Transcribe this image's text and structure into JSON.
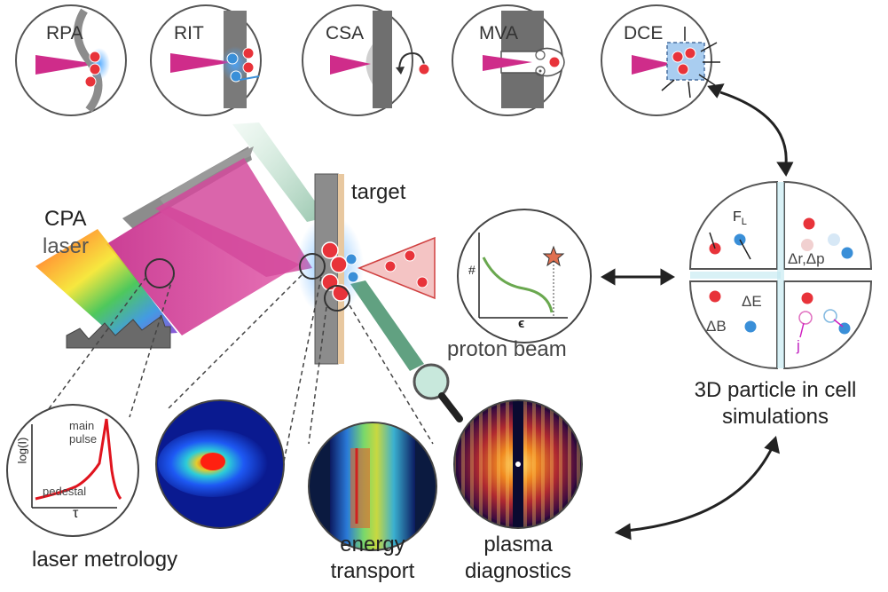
{
  "mechanisms": [
    {
      "key": "rpa",
      "label": "RPA"
    },
    {
      "key": "rit",
      "label": "RIT"
    },
    {
      "key": "csa",
      "label": "CSA"
    },
    {
      "key": "mva",
      "label": "MVA"
    },
    {
      "key": "dce",
      "label": "DCE"
    }
  ],
  "labels": {
    "laser_line1": "CPA",
    "laser_line2": "laser",
    "target": "target",
    "proton_beam": "proton beam",
    "pic_line1": "3D particle in cell",
    "pic_line2": "simulations",
    "laser_metrology": "laser metrology",
    "energy_line1": "energy",
    "energy_line2": "transport",
    "plasma_line1": "plasma",
    "plasma_line2": "diagnostics"
  },
  "inset_labels": {
    "spectrum_y": "#",
    "spectrum_x": "ϵ",
    "metrology_y": "log(I)",
    "metrology_x": "τ",
    "main_pulse_1": "main",
    "main_pulse_2": "pulse",
    "pedestal": "pedestal"
  },
  "pic_labels": {
    "force": "F",
    "force_sub": "L",
    "dr": "Δr,Δp",
    "de": "ΔE",
    "db": "ΔB",
    "j": "j"
  },
  "colors": {
    "laser_magenta": "#d6338f",
    "target_gray": "#8c8c8c",
    "proton_red": "#e8333a",
    "electron_blue": "#3a8fd8",
    "beam_green": "#4a9a6a",
    "spectrum_green": "#6aa84f",
    "metrology_red": "#e0141e"
  }
}
